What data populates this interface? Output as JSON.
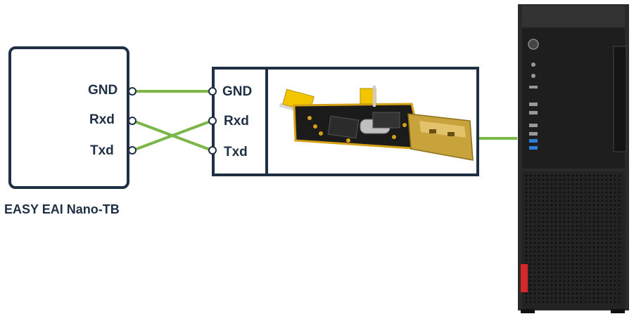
{
  "board": {
    "name": "EASY EAI Nano-TB",
    "pins": [
      "GND",
      "Rxd",
      "Txd"
    ]
  },
  "adapter": {
    "pins": [
      "GND",
      "Rxd",
      "Txd"
    ]
  },
  "colors": {
    "frame": "#1f3044",
    "wire": "#7ab648",
    "pcb": "#1b1b1b",
    "pcb_edge": "#d4a017",
    "usb_plug": "#c8a23a",
    "jumper": "#f2c500",
    "pc_case": "#2a2a2a",
    "pc_brand": "#d62828"
  },
  "icons": [
    "usb-ttl-adapter-image",
    "desktop-pc-image"
  ]
}
